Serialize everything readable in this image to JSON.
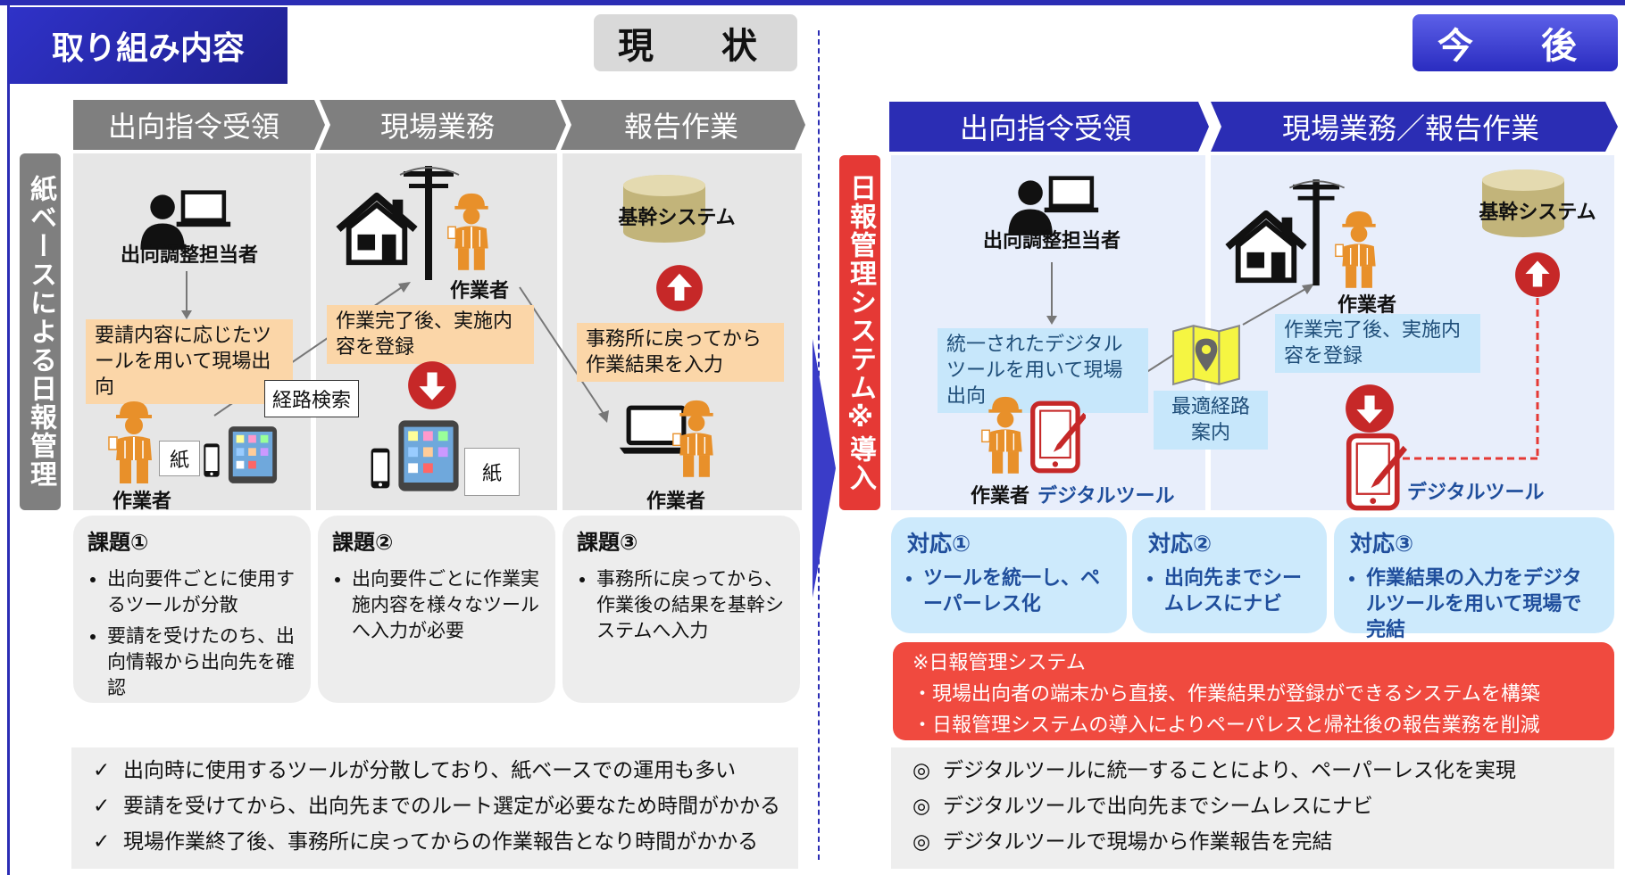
{
  "header": {
    "title": "取り組み内容",
    "current_label": "現　状",
    "future_label": "今　後"
  },
  "current": {
    "side_label": "紙ベースによる日報管理",
    "steps": [
      "出向指令受領",
      "現場業務",
      "報告作業"
    ],
    "coordinator_label": "出向調整担当者",
    "worker_label": "作業者",
    "system_label": "基幹システム",
    "box_request": "要請内容に応じたツールを用いて現場出向",
    "box_route": "経路検索",
    "box_complete": "作業完了後、実施内容を登録",
    "box_office": "事務所に戻ってから作業結果を入力",
    "paper_label": "紙",
    "issues": [
      {
        "title": "課題①",
        "items": [
          "出向要件ごとに使用するツールが分散",
          "要請を受けたのち、出向情報から出向先を確認"
        ]
      },
      {
        "title": "課題②",
        "items": [
          "出向要件ごとに作業実施内容を様々なツールへ入力が必要"
        ]
      },
      {
        "title": "課題③",
        "items": [
          "事務所に戻ってから、作業後の結果を基幹システムへ入力"
        ]
      }
    ],
    "summary_marker": "✓",
    "summary": [
      "出向時に使用するツールが分散しており、紙ベースでの運用も多い",
      "要請を受けてから、出向先までのルート選定が必要なため時間がかかる",
      "現場作業終了後、事務所に戻ってからの作業報告となり時間がかかる"
    ]
  },
  "future": {
    "side_label": "日報管理システム※導入",
    "steps": [
      "出向指令受領",
      "現場業務／報告作業"
    ],
    "coordinator_label": "出向調整担当者",
    "worker_label": "作業者",
    "digital_tool_label": "デジタルツール",
    "system_label": "基幹システム",
    "box_unified": "統一されたデジタルツールを用いて現場出向",
    "box_route": "最適経路案内",
    "box_complete": "作業完了後、実施内容を登録",
    "responses": [
      {
        "title": "対応①",
        "items": [
          "ツールを統一し、ペーパーレス化"
        ]
      },
      {
        "title": "対応②",
        "items": [
          "出向先までシームレスにナビ"
        ]
      },
      {
        "title": "対応③",
        "items": [
          "作業結果の入力をデジタルツールを用いて現場で完結"
        ]
      }
    ],
    "note": {
      "title": "※日報管理システム",
      "lines": [
        "・現場出向者の端末から直接、作業結果が登録ができるシステムを構築",
        "・日報管理システムの導入によりペーパレスと帰社後の報告業務を削減"
      ]
    },
    "summary_marker": "◎",
    "summary": [
      "デジタルツールに統一することにより、ペーパーレス化を実現",
      "デジタルツールで出向先までシームレスにナビ",
      "デジタルツールで現場から作業報告を完結"
    ]
  },
  "colors": {
    "primary_blue": "#2b2db4",
    "gray": "#7f7f7f",
    "red": "#e53935",
    "orange": "#e8902a",
    "orange_box": "#fbd6a8",
    "light_blue": "#c7e7fb"
  }
}
